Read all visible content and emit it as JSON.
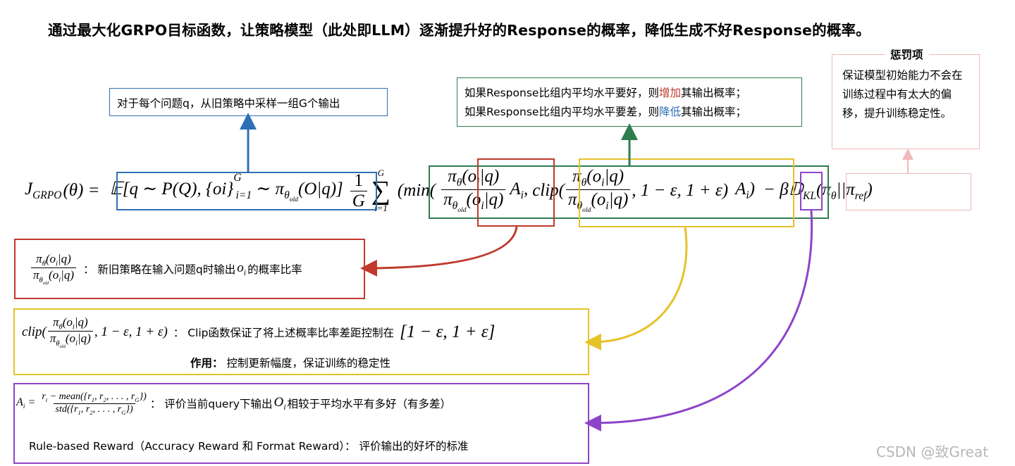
{
  "title": "通过最大化GRPO目标函数，让策略模型（此处即LLM）逐渐提升好的Response的概率，降低生成不好Response的概率。",
  "callout_sampling": "对于每个问题q，从旧策略中采样一组G个输出",
  "callout_advantage": {
    "line1_prefix": "如果Response比组内平均水平要好，则",
    "line1_highlight": "增加",
    "line1_suffix": "其输出概率；",
    "line2_prefix": "如果Response比组内平均水平要差，则",
    "line2_highlight": "降低",
    "line2_suffix": "其输出概率；"
  },
  "penalty": {
    "title": "惩罚项",
    "body": "保证模型初始能力不会在训练过程中有太大的偏移，提升训练稳定性。"
  },
  "formula": {
    "lhs": "J",
    "lhs_sub": "GRPO",
    "theta_arg": "(θ) =",
    "expectation": "𝔼[q ∼ P(Q), {oi}",
    "sum_upper": "G",
    "sum_lower": "i=1",
    "min": "(min(",
    "ratio_num": "π",
    "theta": "θ",
    "oi_q": "(o",
    "ai": "A",
    "clip": "clip(",
    "clip_tail": ", 1 − ε, 1 + ε)",
    "kl": "− β𝔻",
    "kl_sub": "KL",
    "kl_arg": "(π",
    "old": "old",
    "ref": "ref",
    "one": "1",
    "g": "G",
    "i": "i"
  },
  "explain_ratio": "：  新旧策略在输入问题q时输出",
  "explain_ratio_tail": "的概率比率",
  "explain_clip": "：  Clip函数保证了将上述概率比率差距控制在",
  "explain_clip_interval": "[1 − ε, 1 + ε]",
  "explain_clip_role_label": "作用：",
  "explain_clip_role": " 控制更新幅度，保证训练的稳定性",
  "explain_adv_num": "r",
  "explain_adv_mean": " − mean({r",
  "explain_adv_std": "std({r",
  "explain_adv_text": "：  评价当前query下输出",
  "explain_adv_text_tail": " 相较于平均水平有多好（有多差）",
  "explain_reward": "Rule-based Reward（Accuracy Reward 和 Format Reward）：  评价输出的好坏的标准",
  "watermark": "CSDN @致Great",
  "colors": {
    "blue": "#2f6fb5",
    "green": "#2e7d4f",
    "red": "#c0392b",
    "yellow": "#e6c229",
    "purple": "#8e44c9",
    "pink": "#f0b8b8"
  }
}
